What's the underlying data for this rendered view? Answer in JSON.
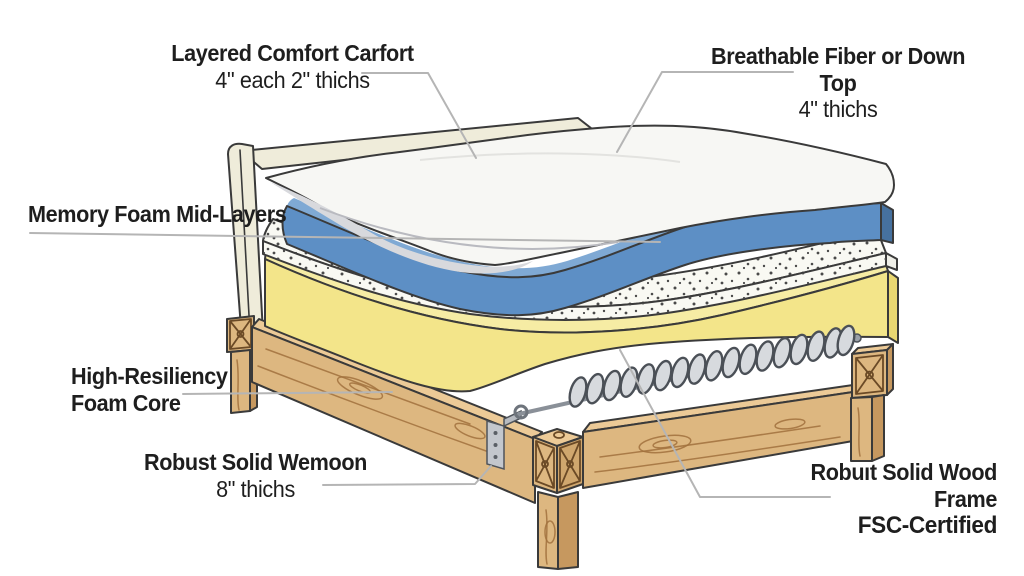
{
  "callouts": {
    "layered_comfort": {
      "title": "Layered Comfort Carfort",
      "subtitle": "4\" each 2\" thichs"
    },
    "breathable_top": {
      "title": "Breathable Fiber or Down Top",
      "subtitle": "4\" thichs"
    },
    "memory_foam": {
      "title": "Memory Foam Mid-Layers"
    },
    "foam_core": {
      "line1": "High-Resiliency",
      "line2": "Foam Core"
    },
    "solid_base": {
      "title": "Robust Solid Wemoon",
      "subtitle": "8\" thichs"
    },
    "wood_frame": {
      "title": "Robuıt Solid Wood Frame",
      "subtitle": "FSC-Certified"
    }
  },
  "colors": {
    "background": "#ffffff",
    "text": "#1e1e1e",
    "leader_line": "#b5b5b5",
    "fiber_top_white": "#f7f7f4",
    "fiber_top_shadow": "#d8d9dd",
    "memory_foam_blue": "#5d8fc5",
    "memory_foam_blue_dark": "#46719f",
    "memory_foam_blue_light": "#7fa9d4",
    "fiber_pad_white": "#f9f9f3",
    "foam_core_yellow": "#f3e58a",
    "foam_core_yellow_light": "#f6eca4",
    "foam_core_yellow_dark": "#e9d771",
    "headboard_cream": "#efecda",
    "wood_light": "#ddb780",
    "wood_top": "#ecca97",
    "wood_dark": "#c6985f",
    "metal_gray": "#c3c7cd"
  }
}
